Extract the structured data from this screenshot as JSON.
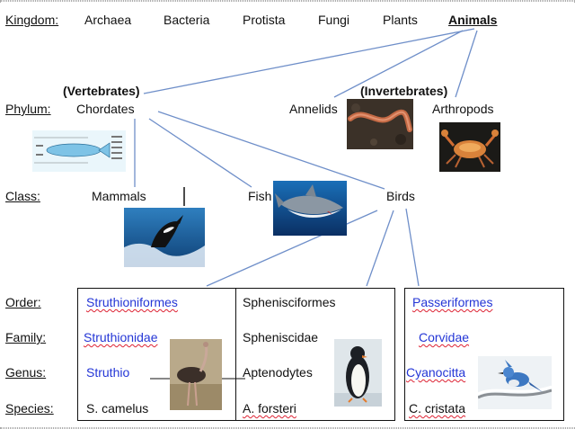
{
  "kingdom": {
    "label": "Kingdom:",
    "items": [
      "Archaea",
      "Bacteria",
      "Protista",
      "Fungi",
      "Plants",
      "Animals"
    ]
  },
  "phylum": {
    "label": "Phylum:",
    "vertebrates": "(Vertebrates)",
    "invertebrates": "(Invertebrates)",
    "chordates": "Chordates",
    "annelids": "Annelids",
    "arthropods": "Arthropods"
  },
  "class": {
    "label": "Class:",
    "mammals": "Mammals",
    "fish": "Fish",
    "birds": "Birds"
  },
  "rank_labels": {
    "order": "Order:",
    "family": "Family:",
    "genus": "Genus:",
    "species": "Species:"
  },
  "ostrich": {
    "order": "Struthioniformes",
    "family": "Struthionidae",
    "genus": "Struthio",
    "species": "S. camelus"
  },
  "penguin": {
    "order": "Sphenisciformes",
    "family": "Spheniscidae",
    "genus": "Aptenodytes",
    "species": "A. forsteri"
  },
  "jay": {
    "order": "Passeriformes",
    "family": "Corvidae",
    "genus": "Cyanocitta",
    "species": "C. cristata"
  },
  "colors": {
    "connector": "#6f8fc9",
    "link_text": "#2436d6",
    "spell_underline": "#dd2222"
  },
  "images": {
    "fish_diagram": "fish-anatomy-diagram",
    "worm": "earthworm-photo",
    "crab": "crab-photo",
    "orca": "orca-photo",
    "shark": "shark-photo",
    "ostrich": "ostrich-photo",
    "penguin": "penguin-photo",
    "bluejay": "blue-jay-photo"
  }
}
